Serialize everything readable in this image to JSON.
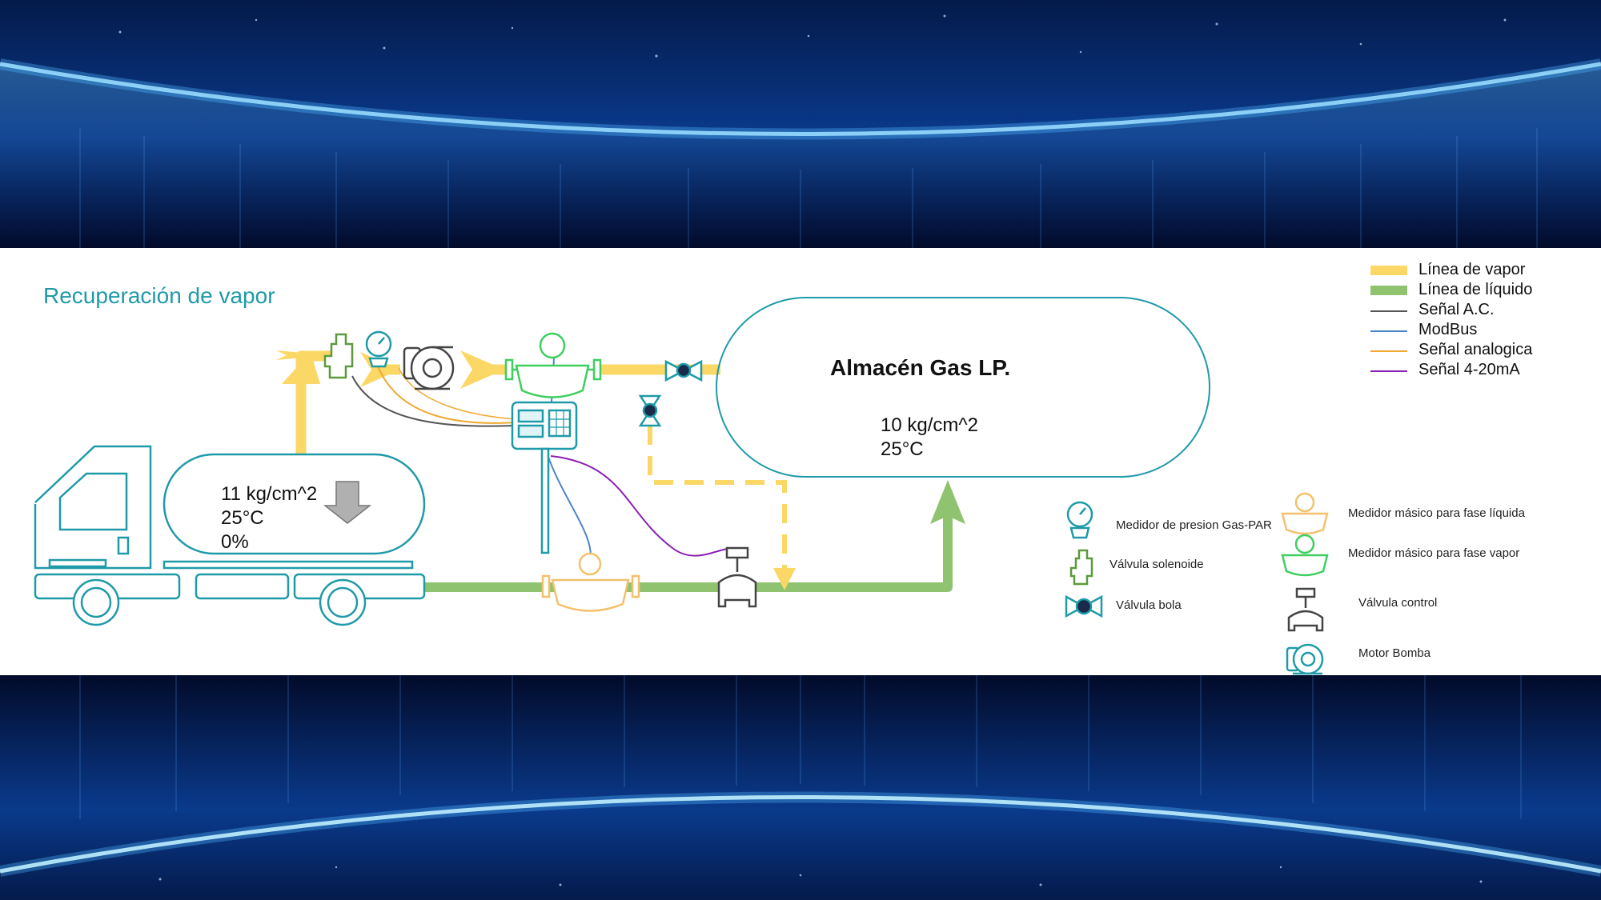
{
  "diagram": {
    "title": "Recuperación de vapor",
    "storage_tank": {
      "label": "Almacén Gas LP.",
      "pressure": "10 kg/cm^2",
      "temperature": "25°C"
    },
    "truck_tank": {
      "pressure": "11 kg/cm^2",
      "temperature": "25°C",
      "level": "0%"
    }
  },
  "legend": {
    "lines": [
      {
        "label": "Línea de vapor",
        "color": "#fbd766"
      },
      {
        "label": "Línea de líquido",
        "color": "#8fc36f"
      },
      {
        "label": "Señal A.C.",
        "color": "#555555"
      },
      {
        "label": "ModBus",
        "color": "#4a86c8"
      },
      {
        "label": "Señal analogica",
        "color": "#f0a830"
      },
      {
        "label": "Señal 4-20mA",
        "color": "#8b1fb5"
      }
    ],
    "symbols": {
      "pressure_meter": "Medidor de presion Gas-PAR",
      "solenoid_valve": "Válvula solenoide",
      "ball_valve": "Válvula bola",
      "liquid_mass_meter": "Medidor másico para fase líquida",
      "vapor_mass_meter": "Medidor másico para fase vapor",
      "control_valve": "Válvula control",
      "pump_motor": "Motor Bomba"
    }
  },
  "colors": {
    "vapor": "#fbd766",
    "liquid": "#8fc36f",
    "teal": "#1e9aa8",
    "green_meter": "#3fcf5e",
    "orange_meter": "#f4c06b"
  }
}
